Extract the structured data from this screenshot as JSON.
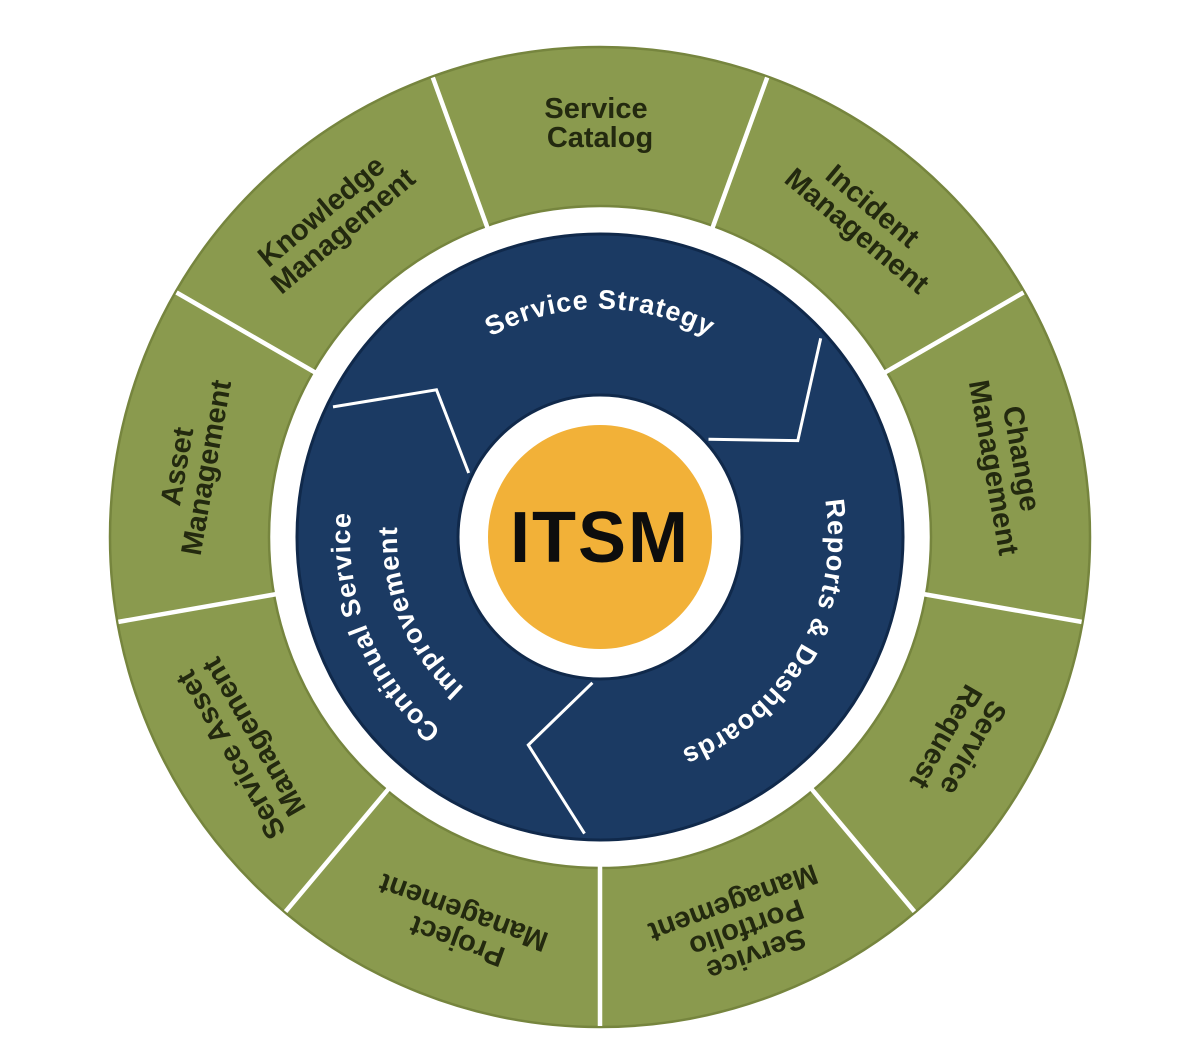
{
  "colors": {
    "outer_ring": "#8A9A4E",
    "outer_ring_edge": "#76853E",
    "inner_ring": "#1B3A63",
    "inner_ring_edge": "#10294B",
    "center_circle": "#F2B138",
    "divider": "#FFFFFF",
    "outer_text": "#23290F",
    "inner_text": "#FFFFFF",
    "center_text": "#0D0D0D"
  },
  "center": {
    "label": "ITSM"
  },
  "inner_ring": {
    "segments": [
      {
        "id": "service-strategy",
        "label": "Service Strategy"
      },
      {
        "id": "reports-dashboards",
        "label": "Reports & Dashboards"
      },
      {
        "id": "continual-service-improvement",
        "label": "Continual Service Improvement",
        "line1": "Continual Service",
        "line2": "Improvement"
      }
    ]
  },
  "outer_ring": {
    "segments": [
      {
        "id": "service-catalog",
        "label": "Service Catalog",
        "lines": [
          "Service",
          "Catalog"
        ]
      },
      {
        "id": "incident-management",
        "label": "Incident Management",
        "lines": [
          "Incident",
          "Management"
        ]
      },
      {
        "id": "change-management",
        "label": "Change Management",
        "lines": [
          "Change",
          "Management"
        ]
      },
      {
        "id": "service-request",
        "label": "Service Request",
        "lines": [
          "Service",
          "Request"
        ]
      },
      {
        "id": "service-portfolio-management",
        "label": "Service Portfolio Management",
        "lines": [
          "Service",
          "Portfolio",
          "Management"
        ]
      },
      {
        "id": "project-management",
        "label": "Project Management",
        "lines": [
          "Project",
          "Management"
        ]
      },
      {
        "id": "service-asset-management",
        "label": "Service Asset Management",
        "lines": [
          "Service Asset",
          "Management"
        ]
      },
      {
        "id": "asset-management",
        "label": "Asset Management",
        "lines": [
          "Asset",
          "Management"
        ]
      },
      {
        "id": "knowledge-management",
        "label": "Knowledge Management",
        "lines": [
          "Knowledge",
          "Management"
        ]
      }
    ]
  }
}
